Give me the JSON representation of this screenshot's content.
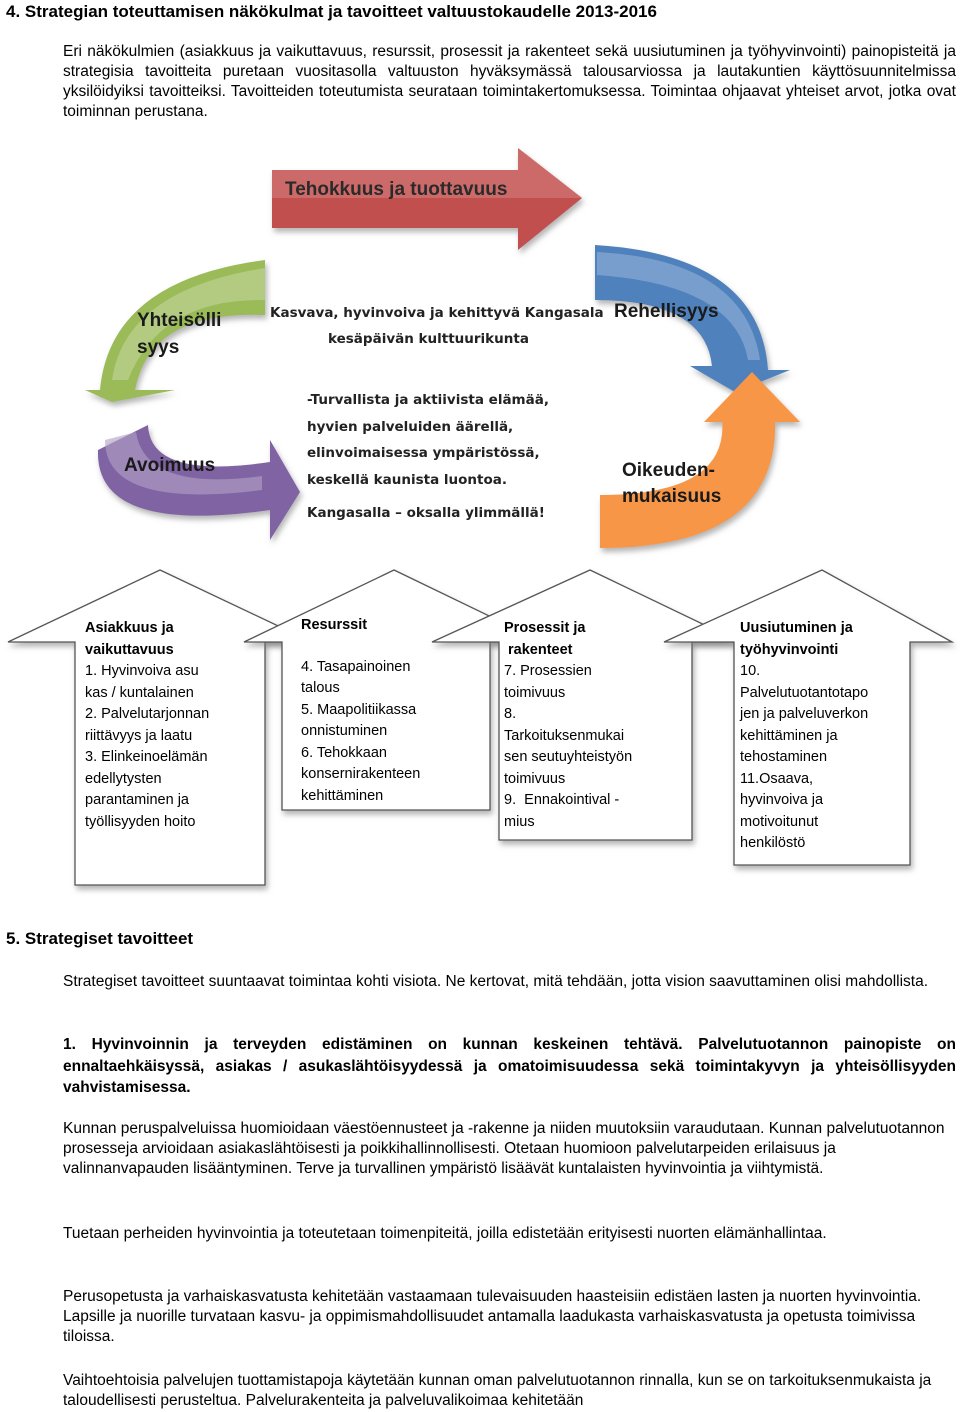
{
  "section4": {
    "heading": "4. Strategian toteuttamisen näkökulmat ja tavoitteet valtuustokaudelle 2013-2016",
    "intro": "Eri näkökulmien (asiakkuus ja vaikuttavuus, resurssit, prosessit ja rakenteet sekä uusiutuminen ja työhyvinvointi) painopisteitä ja strategisia tavoitteita puretaan vuositasolla valtuuston hyväksymässä talousarviossa ja lautakuntien käyttösuunnitelmissa yksilöidyiksi tavoitteiksi. Tavoitteiden toteutumista seurataan toimintakertomuksessa. Toimintaa ohjaavat yhteiset arvot, jotka ovat toiminnan perustana."
  },
  "diagram": {
    "arrow_label": "Tehokkuus ja tuottavuus",
    "values": {
      "top_left": [
        "Yhteisölli",
        "syys"
      ],
      "top_right": "Rehellisyys",
      "bottom_left": "Avoimuus",
      "bottom_right": [
        "Oikeuden-",
        "mukaisuus"
      ]
    },
    "vision_title": [
      "Kasvava, hyvinvoiva ja kehittyvä Kangasala",
      "kesäpäivän kulttuurikunta"
    ],
    "vision_lines": [
      "-Turvallista ja aktiivista elämää,",
      "hyvien palveluiden äärellä,",
      "elinvoimaisessa ympäristössä,",
      "keskellä kaunista luontoa."
    ],
    "slogan": "Kangasalla – oksalla ylimmällä!",
    "colors": {
      "arrow_red": "#c0504d",
      "green": "#9bbb59",
      "blue": "#4f81bd",
      "purple": "#8064a2",
      "orange": "#f79646"
    },
    "houses": [
      {
        "title": [
          "Asiakkuus ja",
          "vaikuttavuus"
        ],
        "items": [
          "1. Hyvinvoiva asu",
          "kas / kuntalainen",
          "2. Palvelutarjonnan",
          "riittävyys ja laatu",
          "3. Elinkeinoelämän",
          "edellytysten",
          "parantaminen ja",
          "työllisyyden hoito"
        ]
      },
      {
        "title": [
          "Resurssit"
        ],
        "items": [
          "4. Tasapainoinen",
          "talous",
          "5. Maapolitiikassa",
          "onnistuminen",
          "6. Tehokkaan",
          "konsernirakenteen",
          "kehittäminen"
        ]
      },
      {
        "title": [
          "Prosessit ja",
          " rakenteet"
        ],
        "items": [
          "7. Prosessien",
          "toimivuus",
          "8.",
          "Tarkoituksenmukai",
          "sen seutuyhteistyön",
          "toimivuus",
          "9.  Ennakointival -",
          "mius"
        ]
      },
      {
        "title": [
          "Uusiutuminen ja",
          "työhyvinvointi"
        ],
        "items": [
          "10.",
          "Palvelutuotantotapo",
          "jen ja palveluverkon",
          "kehittäminen ja",
          "tehostaminen",
          "11.Osaava,",
          "hyvinvoiva ja",
          "motivoitunut",
          "henkilöstö"
        ]
      }
    ]
  },
  "section5": {
    "heading": "5. Strategiset tavoitteet",
    "p1": "Strategiset tavoitteet suuntaavat toimintaa kohti visiota. Ne kertovat, mitä tehdään, jotta vision saavuttaminen olisi mahdollista.",
    "bold1": "1. Hyvinvoinnin ja terveyden edistäminen on kunnan keskeinen tehtävä. Palvelutuotannon painopiste on ennaltaehkäisyssä, asiakas / asukaslähtöisyydessä ja omatoimisuudessa sekä toimintakyvyn ja yhteisöllisyyden vahvistamisessa.",
    "p2": "Kunnan peruspalveluissa huomioidaan väestöennusteet ja -rakenne ja niiden muutoksiin varaudutaan. Kunnan palvelutuotannon prosesseja arvioidaan asiakaslähtöisesti ja poikkihallinnollisesti. Otetaan huomioon palvelutarpeiden erilaisuus ja valinnanvapauden lisääntyminen. Terve ja turvallinen ympäristö lisäävät kuntalaisten hyvinvointia ja viihtymistä.",
    "p3": "Tuetaan perheiden hyvinvointia ja toteutetaan toimenpiteitä, joilla edistetään erityisesti nuorten elämänhallintaa.",
    "p4": "Perusopetusta ja varhaiskasvatusta kehitetään vastaamaan tulevaisuuden haasteisiin edistäen lasten ja nuorten hyvinvointia. Lapsille ja nuorille turvataan kasvu- ja oppimismahdollisuudet antamalla laadukasta varhaiskasvatusta ja opetusta toimivissa tiloissa.",
    "p5": "Vaihtoehtoisia palvelujen tuottamistapoja käytetään kunnan oman palvelutuotannon rinnalla, kun se on tarkoituksenmukaista ja taloudellisesti perusteltua. Palvelurakenteita ja palveluvalikoimaa kehitetään"
  }
}
